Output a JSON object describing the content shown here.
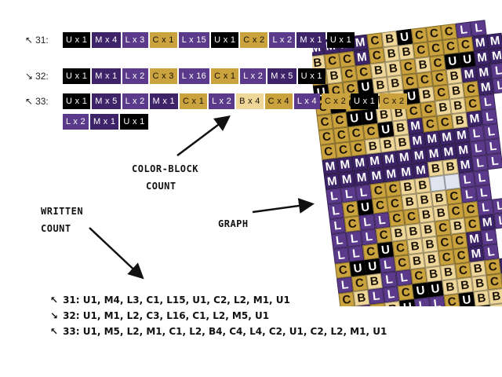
{
  "annotations": {
    "color_block_count": [
      "COLOR-BLOCK",
      "COUNT"
    ],
    "written_count": [
      "WRITTEN",
      "COUNT"
    ],
    "graph": "GRAPH"
  },
  "rows": [
    {
      "label": "31:",
      "direction": "up-left",
      "blocks": [
        {
          "c": "U",
          "t": "U x 1"
        },
        {
          "c": "M",
          "t": "M x 4"
        },
        {
          "c": "L",
          "t": "L x 3"
        },
        {
          "c": "C",
          "t": "C x 1"
        },
        {
          "c": "L",
          "t": "L x 15"
        },
        {
          "c": "U",
          "t": "U x 1"
        },
        {
          "c": "C",
          "t": "C x 2"
        },
        {
          "c": "L",
          "t": "L x 2"
        },
        {
          "c": "M",
          "t": "M x 1"
        },
        {
          "c": "U",
          "t": "U x 1"
        }
      ]
    },
    {
      "label": "32:",
      "direction": "down-right",
      "blocks": [
        {
          "c": "U",
          "t": "U x 1"
        },
        {
          "c": "M",
          "t": "M x 1"
        },
        {
          "c": "L",
          "t": "L x 2"
        },
        {
          "c": "C",
          "t": "C x 3"
        },
        {
          "c": "L",
          "t": "L x 16"
        },
        {
          "c": "C",
          "t": "C x 1"
        },
        {
          "c": "L",
          "t": "L x 2"
        },
        {
          "c": "M",
          "t": "M x 5"
        },
        {
          "c": "U",
          "t": "U x 1"
        }
      ]
    },
    {
      "label": "33:",
      "direction": "up-left",
      "blocks": [
        {
          "c": "U",
          "t": "U x 1"
        },
        {
          "c": "M",
          "t": "M x 5"
        },
        {
          "c": "L",
          "t": "L x 2"
        },
        {
          "c": "M",
          "t": "M x 1"
        },
        {
          "c": "C",
          "t": "C x 1"
        },
        {
          "c": "L",
          "t": "L x 2"
        },
        {
          "c": "B",
          "t": "B x 4"
        },
        {
          "c": "C",
          "t": "C x 4"
        },
        {
          "c": "L",
          "t": "L x 4"
        },
        {
          "c": "C",
          "t": "C x 2"
        },
        {
          "c": "U",
          "t": "U x 1"
        },
        {
          "c": "C",
          "t": "C x 2"
        }
      ],
      "wrap_blocks": [
        {
          "c": "L",
          "t": "L x 2"
        },
        {
          "c": "M",
          "t": "M x 1"
        },
        {
          "c": "U",
          "t": "U x 1"
        }
      ]
    }
  ],
  "written_lines": [
    {
      "direction": "up-left",
      "text": "31: U1, M4, L3, C1, L15, U1, C2, L2, M1, U1"
    },
    {
      "direction": "down-right",
      "text": "32: U1, M1, L2, C3, L16, C1, L2, M5, U1"
    },
    {
      "direction": "up-left",
      "text": "33: U1, M5, L2, M1, C1, L2, B4, C4, L4, C2, U1, C2, L2, M1, U1"
    }
  ],
  "direction_glyphs": {
    "up-left": "↖",
    "down-right": "↘"
  },
  "graph_letters": [
    "MMMMCBUCCCLL",
    "BCCMCBBCCCCMM",
    "CBCCBBCBCUUMM",
    "UCCUBBCCCBMML",
    "CUCCBBUBCBCML",
    "CCUUBBCCBBCL",
    "CCCCUBMCCBML",
    "CCCBBBMMMMLL",
    "MMMMMMMMMMLL",
    "MMMMMMMBBMLL",
    "LLLCCBBWWLL",
    "LCUCCBBBCLL",
    "LCLLCCBBCCLL",
    "LLLCBBBCBCML",
    "LLCUCBBCCML",
    "CUULCBBCCML",
    "LCBLLCBBCBCM",
    "CBLLCUUBBBCC",
    "LLCBULLCUBBCC",
    "CBBULLCBBUBM"
  ],
  "palette": {
    "U": "#000000",
    "M": "#3d2469",
    "L": "#5b3a8c",
    "C": "#caa33e",
    "B": "#efd79a",
    "W": "#dfe4ee"
  }
}
